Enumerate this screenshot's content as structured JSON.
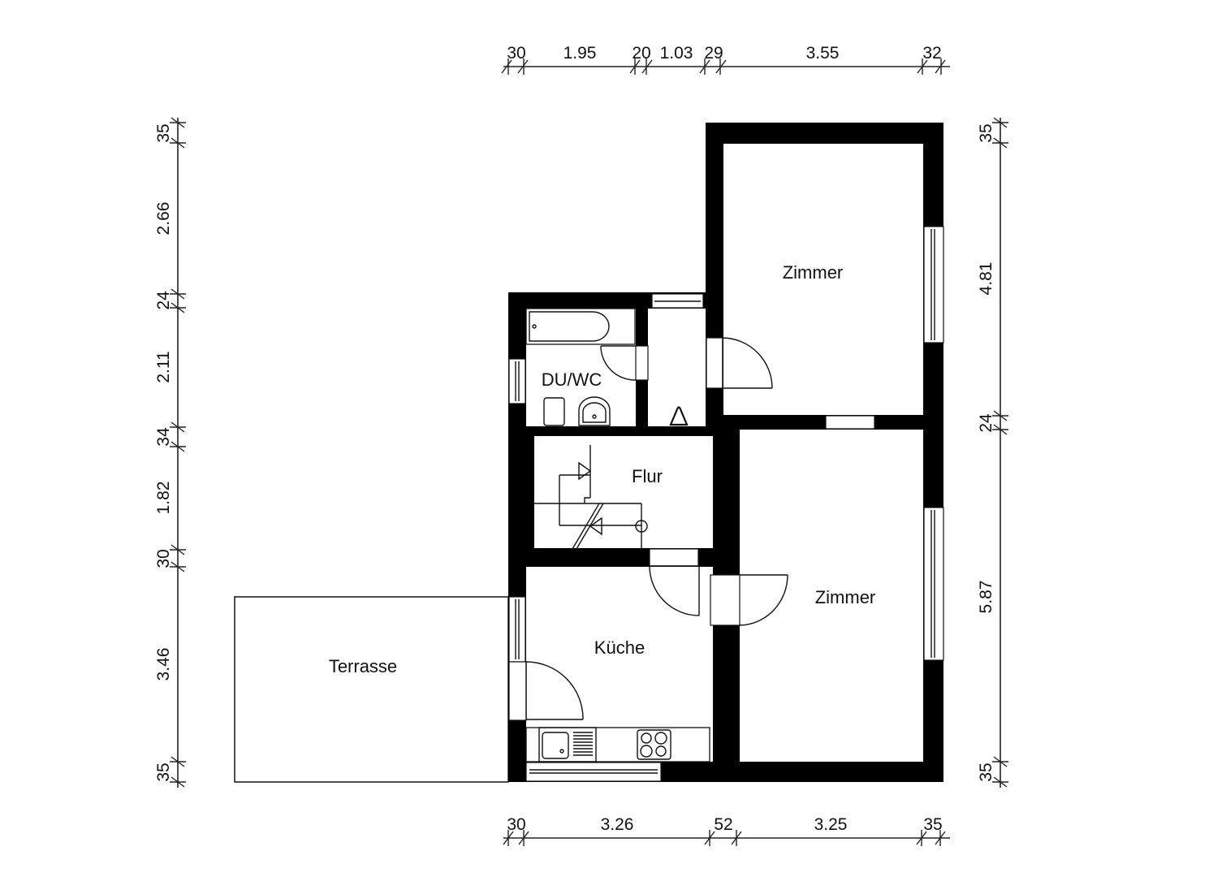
{
  "plan": {
    "type": "floor-plan",
    "units": "m",
    "rooms": [
      {
        "id": "zimmer1",
        "label": "Zimmer"
      },
      {
        "id": "zimmer2",
        "label": "Zimmer"
      },
      {
        "id": "duwc",
        "label": "DU/WC"
      },
      {
        "id": "flur",
        "label": "Flur"
      },
      {
        "id": "kueche",
        "label": "Küche"
      },
      {
        "id": "terrasse",
        "label": "Terrasse"
      }
    ]
  },
  "dimensions": {
    "top": [
      "30",
      "1.95",
      "20",
      "1.03",
      "29",
      "3.55",
      "32"
    ],
    "bottom": [
      "30",
      "3.26",
      "52",
      "3.25",
      "35"
    ],
    "left": [
      "35",
      "2.66",
      "24",
      "2.11",
      "34",
      "1.82",
      "30",
      "3.46",
      "35"
    ],
    "right": [
      "35",
      "4.81",
      "24",
      "5.87",
      "35"
    ]
  },
  "colors": {
    "wall": "#000000",
    "background": "#ffffff",
    "line": "#111111"
  }
}
